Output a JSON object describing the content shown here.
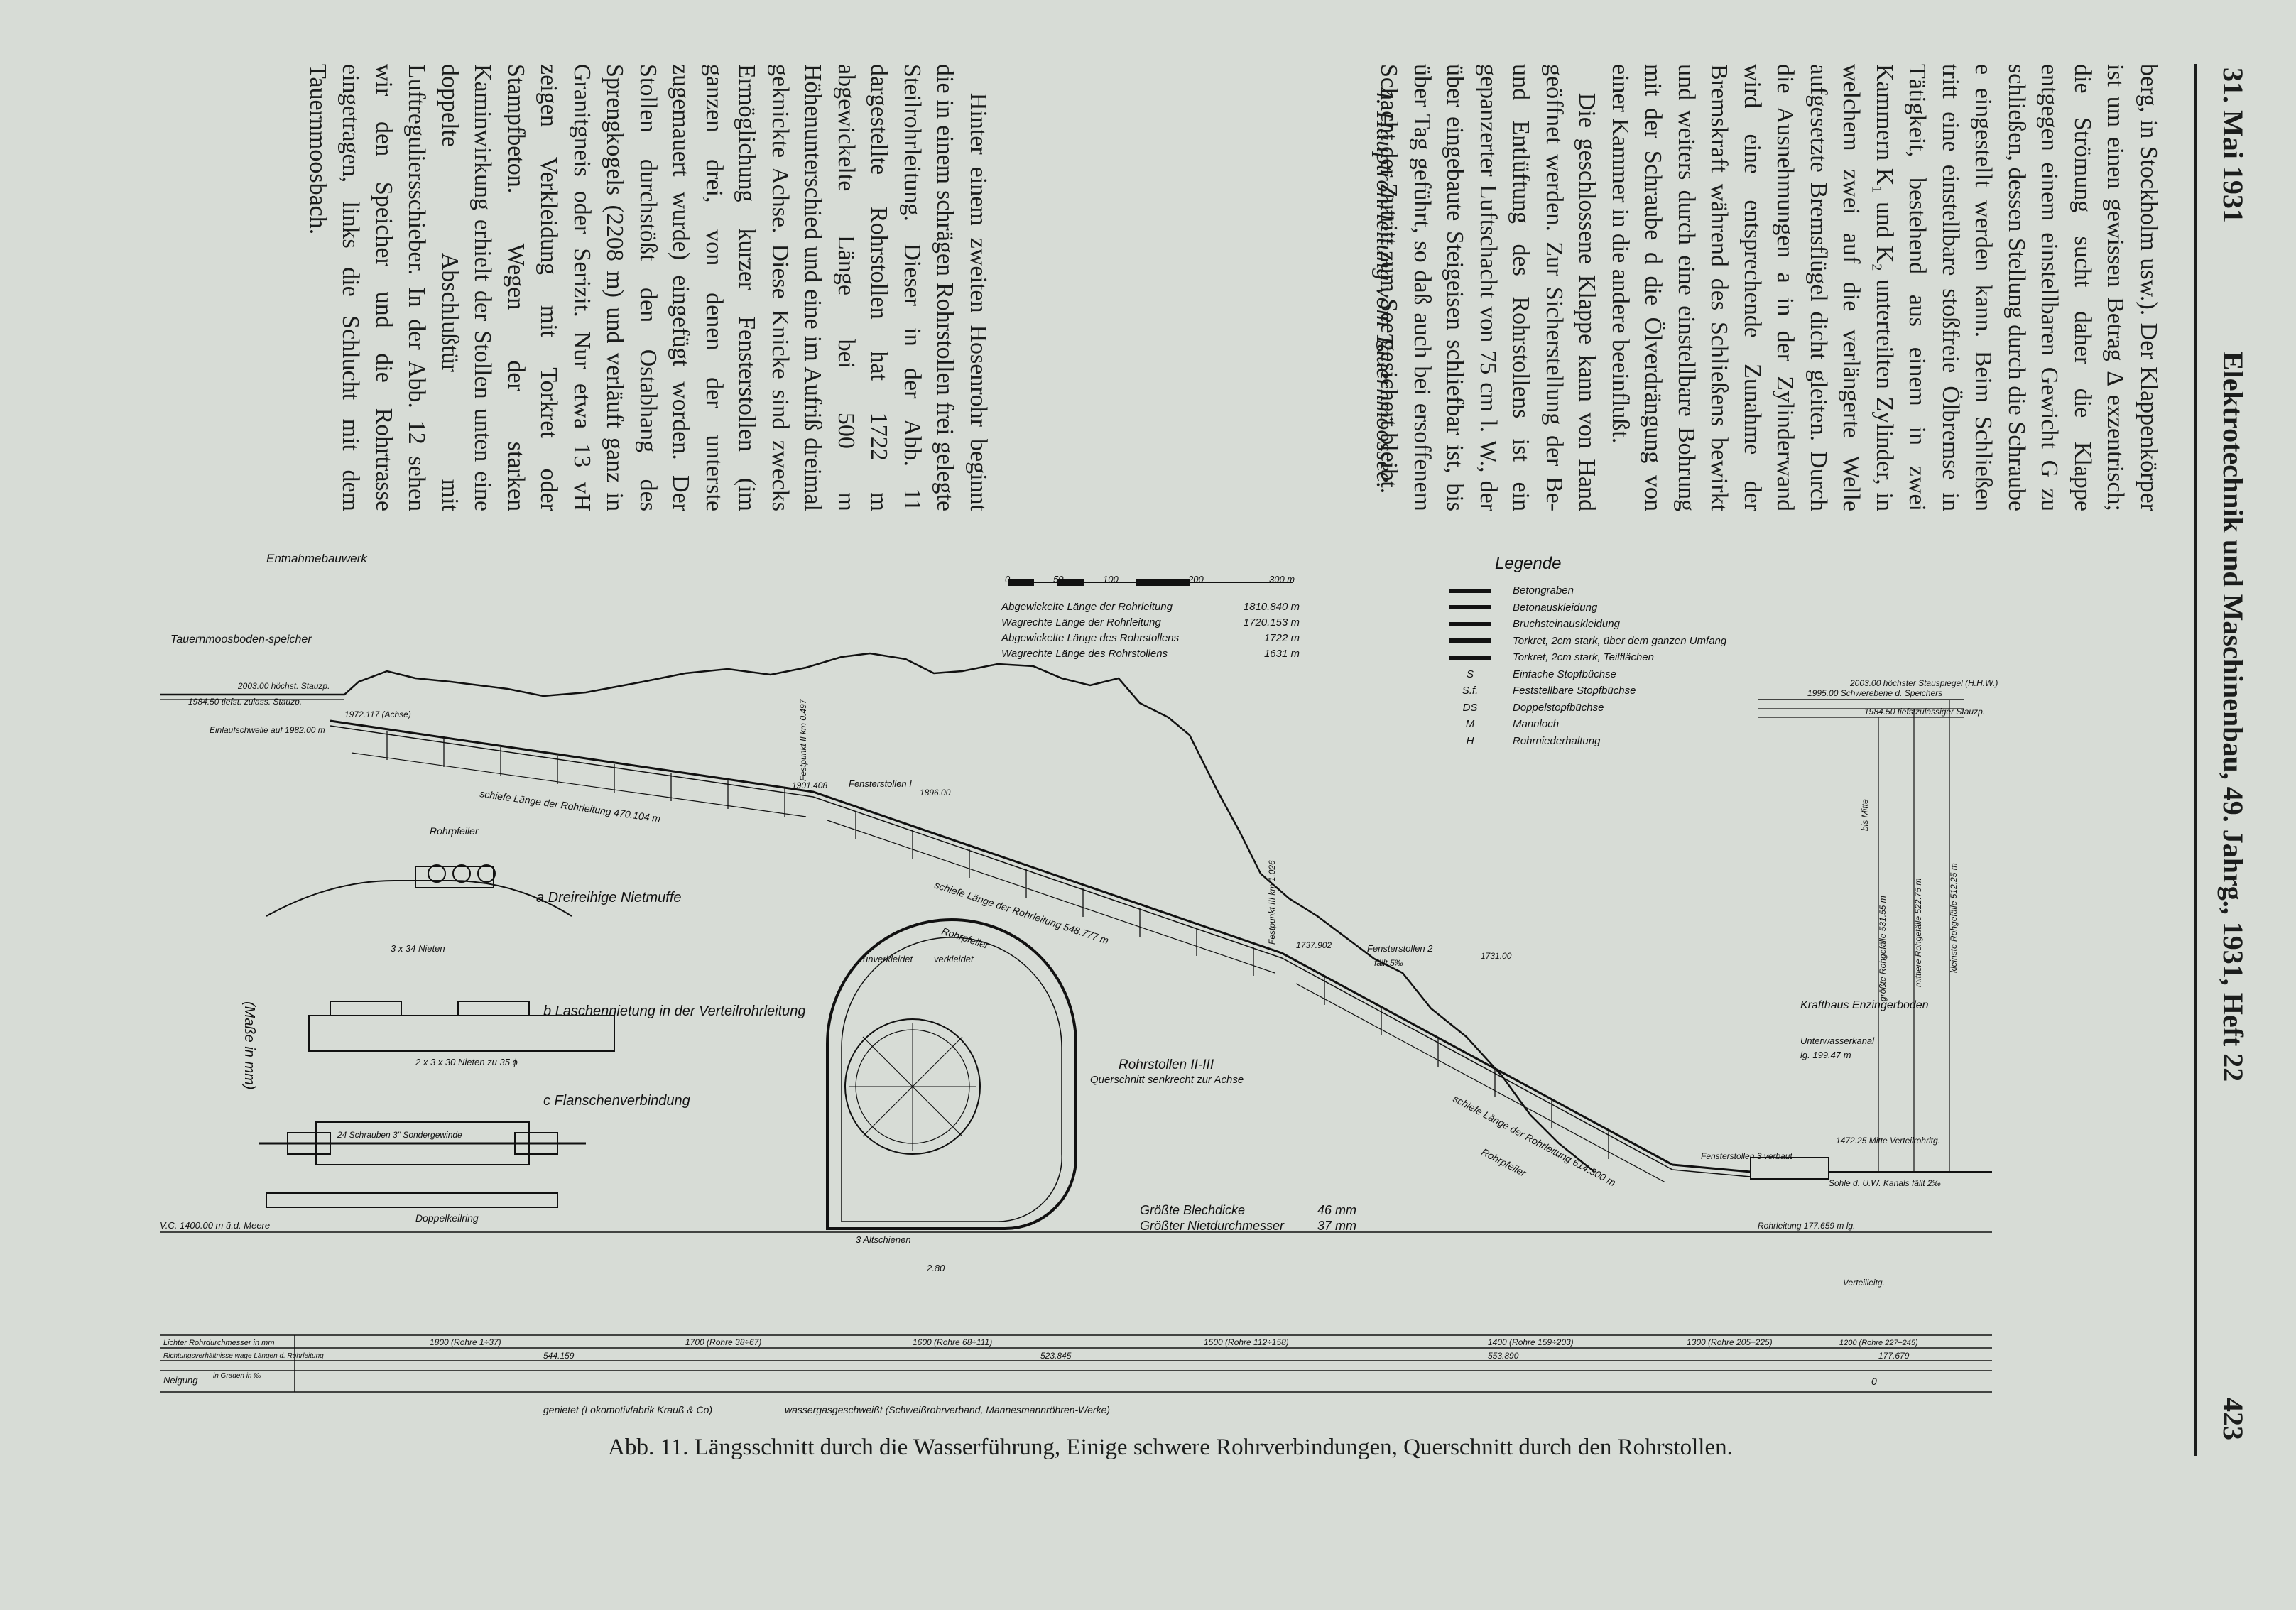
{
  "header": {
    "date": "31. Mai 1931",
    "journal": "Elektrotechnik und Maschinenbau, 49. Jahrg., 1931, Heft 22",
    "page_number": "423"
  },
  "text": {
    "col1": [
      {
        "t": "berg, in Stockholm usw.). Der Klappenkörper ist um einen gewissen Betrag Δ exzentrisch; die Strömung sucht daher die Klappe entgegen einem einstellbaren Gewicht G zu schließen, dessen Stellung durch die Schraube e eingestellt werden kann. Beim Schließen tritt eine einstellbare stoßfreie Ölbremse in Tätigkeit, bestehend aus einem in zwei Kammern K₁ und K₂ unterteilten Zylinder, in welchem zwei auf die verlängerte Welle aufgesetzte Bremsflügel dicht gleiten. Durch die Ausnehmungen a in der Zylinderwand wird eine entsprechende Zunahme der Bremskraft während des Schließens bewirkt und weiters durch eine einstellbare Bohrung mit der Schraube d die Ölverdrängung von einer Kammer in die andere beeinflußt.",
        "ind": false
      },
      {
        "t": "Die geschlossene Klappe kann von Hand geöffnet werden. Zur Sicherstellung der Be- und Entlüftung des Rohrstollens ist ein gepanzerter Luftschacht von 75 cm l. W., der über eingebaute Steigeisen schliefbar ist, bis über Tag geführt, so daß auch bei ersoffenem Schacht der Zutritt zum See gesichert bleibt.",
        "ind": true
      }
    ],
    "col2_heading": "4. Hauptrohrleitung vom Tauernmoossee.",
    "col2": [
      {
        "t": "Hinter einem zweiten Hosenrohr beginnt die in einem schrägen Rohrstollen frei gelegte Steilrohrleitung. Dieser in der Abb. 11 dargestellte Rohrstollen hat 1722 m abgewickelte Länge bei 500 m Höhenunterschied und eine im Aufriß dreimal geknickte Achse. Diese Knicke sind zwecks Ermöglichung kurzer Fensterstollen (im ganzen drei, von denen der unterste zugemauert wurde) eingefügt worden. Der Stollen durchstößt den Ostabhang des Sprengkogels (2208 m) und verläuft ganz in Granitgneis oder Serizit. Nur etwa 13 vH zeigen Verkleidung mit Torkret oder Stampfbeton. Wegen der starken Kaminwirkung erhielt der Stollen unten eine doppelte Abschlußtür mit Luftreguliersschieber. In der Abb. 12 sehen wir den Speicher und die Rohrtrasse eingetragen, links die Schlucht mit dem Tauernmoosbach.",
        "ind": true
      }
    ]
  },
  "caption": "Abb. 11. Längsschnitt durch die Wasserführung, Einige schwere Rohrverbindungen, Querschnitt durch den Rohrstollen.",
  "drawing": {
    "top_labels": {
      "entnahme": "Entnahmebauwerk",
      "speicher": "Tauernmoosboden-speicher",
      "stau1": "2003.00 höchst. Stauzp.",
      "stau2": "1984.50 tiefst. zulass. Stauzp.",
      "einlauf": "Einlaufschwelle auf 1982.00 m",
      "achse": "1972.117 (Achse)",
      "fenster1": "Fensterstollen I",
      "fenster1_val": "1901.408",
      "fenster2": "Fensterstollen 2",
      "fenster2_val": "1737.902",
      "fenster2_fall": "fällt 5‰",
      "v1896": "1896.00",
      "v1731": "1731.00",
      "fenster3": "Fensterstollen 3 verbaut",
      "lange1": "schiefe Länge der Rohrleitung 470.104 m",
      "lange2": "schiefe Länge der Rohrleitung 548.777 m",
      "lange3": "schiefe Länge der Rohrleitung 614.300 m",
      "rohrpfeiler1": "Rohrpfeiler",
      "rohrpfeiler2": "Rohrpfeiler",
      "rohrpfeiler3": "Rohrpfeiler",
      "festpunkt2": "Festpunkt II km 0.497",
      "festpunkt3": "Festpunkt III km 1.026",
      "vc": "V.C. 1400.00 m ü.d. Meere"
    },
    "right_labels": {
      "schwereb": "1995.00 Schwerebene d. Speichers",
      "hochst": "2003.00 höchster Stauspiegel (H.H.W.)",
      "tiefst": "1984.50 tiefstzulässiger Stauzp.",
      "krafthaus": "Krafthaus Enzingerboden",
      "unterwasser": "Unterwasserkanal",
      "unterwasser_val": "lg. 199.47 m",
      "v1472": "1472.25 Mitte Verteilrohrltg.",
      "sohle": "Sohle d. U.W. Kanals  fällt 2‰",
      "grosst": "größte Rohgefälle 531.55 m",
      "mittl": "mittlere Rohgefälle 522.75 m",
      "kleinst": "kleinste Rohgefälle 512.25 m",
      "bis_mitte": "bis Mitte",
      "rohrleitung": "Rohrleitung 177.659 m lg.",
      "verteilltg": "Verteilleitg."
    },
    "legend": {
      "title": "Legende",
      "items": [
        {
          "sym": "bar",
          "label": "Betongraben"
        },
        {
          "sym": "bar",
          "label": "Betonauskleidung"
        },
        {
          "sym": "bar",
          "label": "Bruchsteinauskleidung"
        },
        {
          "sym": "bar",
          "label": "Torkret, 2cm stark, über dem ganzen Umfang"
        },
        {
          "sym": "bar",
          "label": "Torkret, 2cm stark, Teilflächen"
        },
        {
          "sym": "S",
          "label": "Einfache Stopfbüchse"
        },
        {
          "sym": "S.f.",
          "label": "Feststellbare Stopfbüchse"
        },
        {
          "sym": "DS",
          "label": "Doppelstopfbüchse"
        },
        {
          "sym": "M",
          "label": "Mannloch"
        },
        {
          "sym": "H",
          "label": "Rohrniederhaltung"
        }
      ]
    },
    "scale": {
      "ticks": [
        "0",
        "50",
        "100",
        "200",
        "300 m"
      ]
    },
    "stats": [
      {
        "k": "Abgewickelte Länge der Rohrleitung",
        "v": "1810.840 m"
      },
      {
        "k": "Wagrechte Länge der Rohrleitung",
        "v": "1720.153 m"
      },
      {
        "k": "Abgewickelte Länge des Rohrstollens",
        "v": "1722 m"
      },
      {
        "k": "Wagrechte Länge des Rohrstollens",
        "v": "1631 m"
      }
    ],
    "details": {
      "a": "a Dreireihige Nietmuffe",
      "b": "b Laschennietung in der Verteilrohrleitung",
      "c": "c Flanschenverbindung",
      "nieten1": "3 x 34 Nieten",
      "nieten2": "2 x 3 x 30 Nieten zu 35 ϕ",
      "schrauben": "24 Schrauben 3\" Sondergewinde",
      "doppel": "Doppelkeilring",
      "masse": "(Maße in mm)",
      "querschnitt_title": "Rohrstollen II-III",
      "querschnitt_sub": "Querschnitt senkrecht zur Achse",
      "unverk": "unverkleidet",
      "verk": "verkleidet",
      "schienen": "3 Altschienen",
      "blech": "Größte Blechdicke",
      "blech_v": "46 mm",
      "niet": "Größter Nietdurchmesser",
      "niet_v": "37 mm",
      "dim280": "2.80"
    },
    "bottom": {
      "row1_label": "Lichter Rohrdurchmesser in mm",
      "row2_label": "Richtungsverhältnisse wage Längen d. Rohrleitung",
      "row3_label": "Neigung",
      "row3_sub": "in Graden in ‰",
      "diameters": [
        "1800 (Rohre 1÷37)",
        "1700 (Rohre 38÷67)",
        "1600 (Rohre 68÷111)",
        "1500 (Rohre 112÷158)",
        "1400 (Rohre 159÷203)",
        "1300 (Rohre 205÷225)",
        "1200 (Rohre 227÷245)"
      ],
      "lengths": [
        "544.159",
        "523.845",
        "553.890",
        "177.679"
      ],
      "zero": "0",
      "genietet": "genietet (Lokomotivfabrik Krauß & Co)",
      "geschweisst": "wassergasgeschweißt (Schweißrohrverband, Mannesmannröhren-Werke)"
    }
  }
}
